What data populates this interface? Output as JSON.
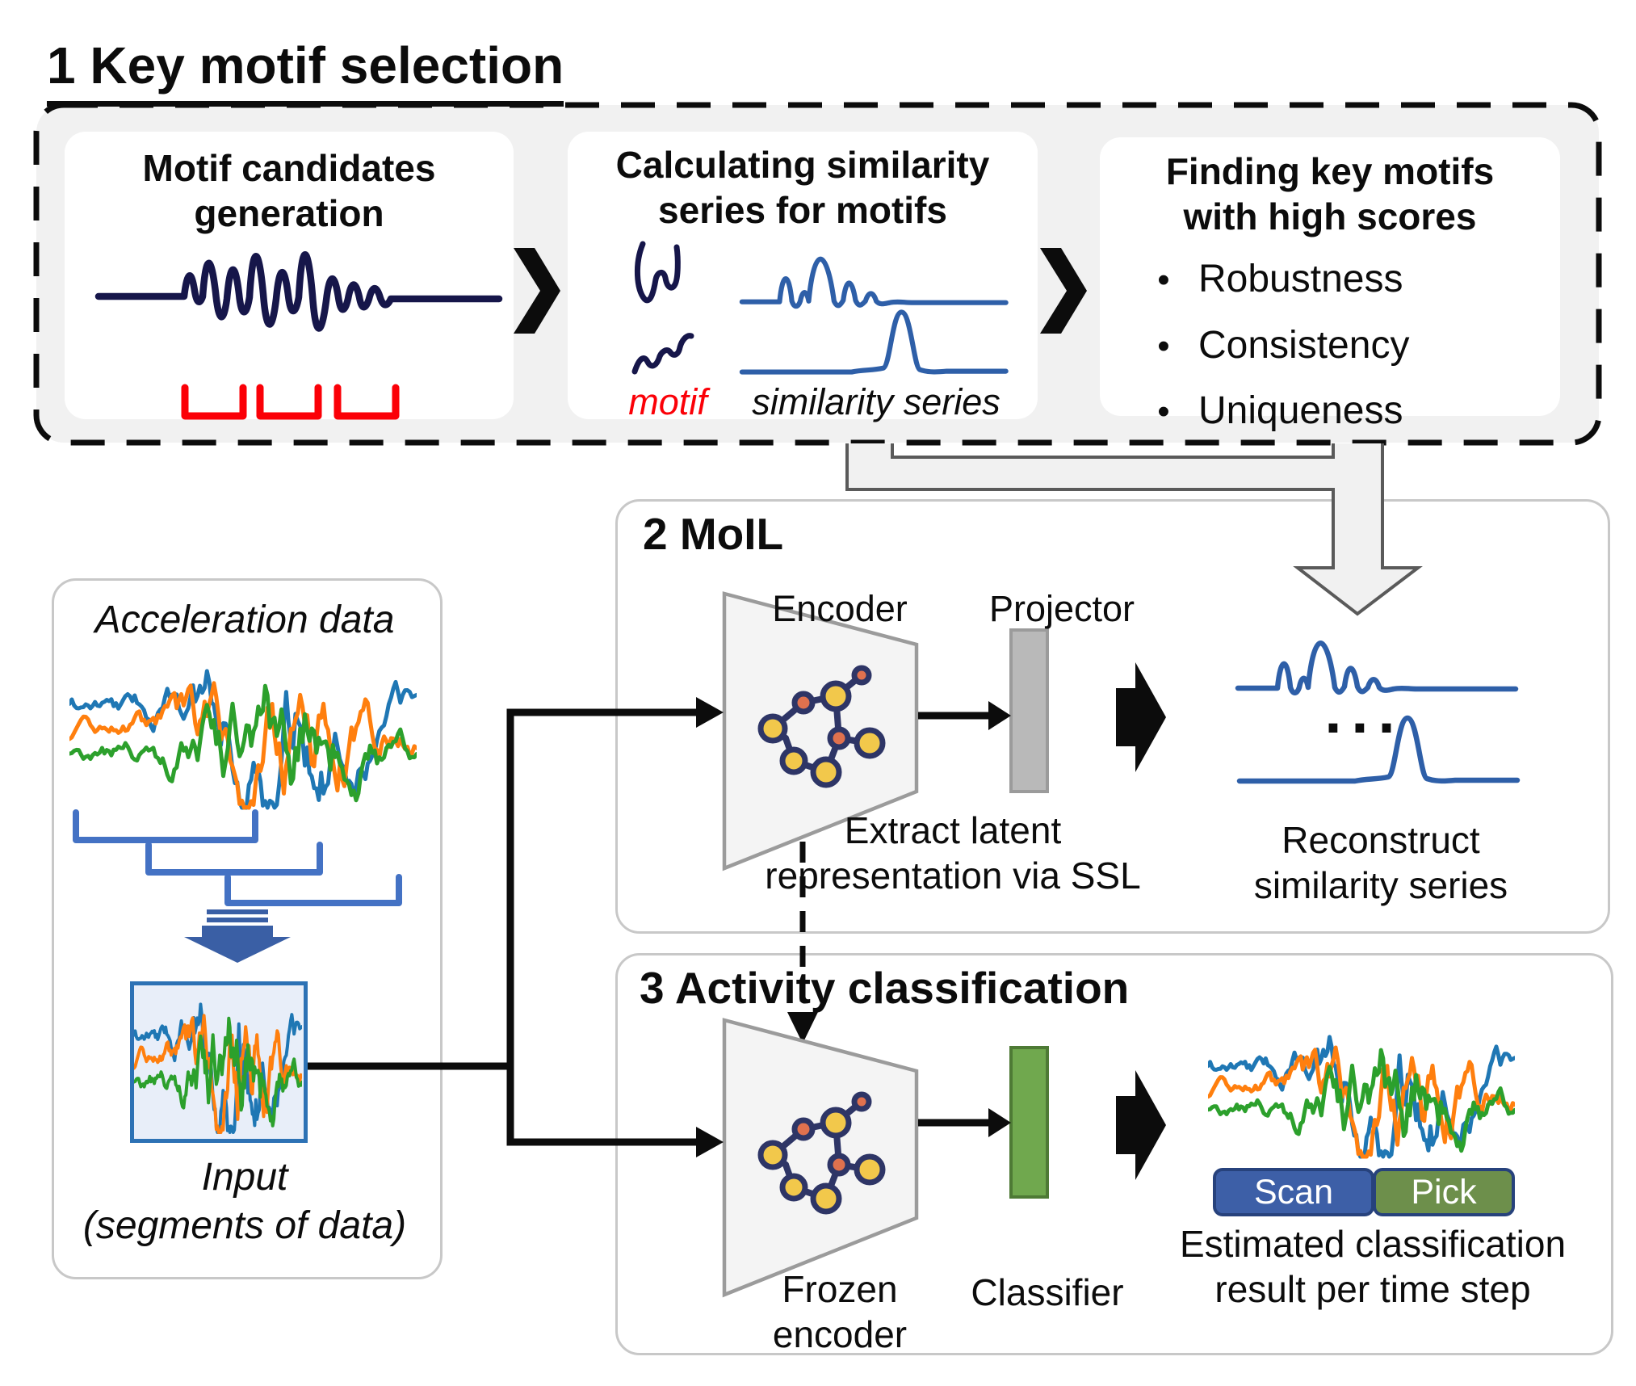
{
  "colors": {
    "navy_wave": "#16164a",
    "series_blue": "#2e5fa8",
    "bracket_red": "#fb0007",
    "segment_blue": "#4472c4",
    "down_arrow_blue": "#3a5fa5",
    "trace_blue": "#1f77b4",
    "trace_orange": "#ff7f0e",
    "trace_green": "#2ca02c",
    "badge_scan": "#3d5fa7",
    "badge_pick": "#6d8f4b",
    "badge_border": "#27427c",
    "classifier_green": "#70a84e",
    "classifier_border": "#4e7a35",
    "projector_gray": "#b9b9b9",
    "projector_border": "#9b9b9b",
    "arrow_gray_fill": "#f1f1f1",
    "arrow_gray_stroke": "#5a5a5a",
    "input_box_border": "#2d72b5",
    "input_box_bg": "#e8eef9",
    "panel_border": "#c8c8c8",
    "molecule_yellow": "#f2c84b",
    "molecule_orange": "#e0714e",
    "molecule_bond": "#2e3566",
    "stage1_bg": "#f1f1f1"
  },
  "stage1": {
    "title": "1 Key motif selection",
    "box1": {
      "title_line1": "Motif candidates",
      "title_line2": "generation"
    },
    "box2": {
      "title_line1": "Calculating similarity",
      "title_line2": "series for motifs",
      "motif_label": "motif",
      "series_label": "similarity series"
    },
    "box3": {
      "title_line1": "Finding key motifs",
      "title_line2": "with high scores",
      "bullets": [
        "Robustness",
        "Consistency",
        "Uniqueness"
      ]
    }
  },
  "stage2": {
    "title": "2 MoIL",
    "encoder_label": "Encoder",
    "projector_label": "Projector",
    "ssl_caption_line1": "Extract latent",
    "ssl_caption_line2": "representation via SSL",
    "ellipsis": "...",
    "recon_caption_line1": "Reconstruct",
    "recon_caption_line2": "similarity series"
  },
  "stage3": {
    "title": "3 Activity classification",
    "frozen_label_line1": "Frozen",
    "frozen_label_line2": "encoder",
    "classifier_label": "Classifier",
    "scan_badge": "Scan",
    "pick_badge": "Pick",
    "result_caption_line1": "Estimated classification",
    "result_caption_line2": "result per time step"
  },
  "left_panel": {
    "title": "Acceleration data",
    "input_label_line1": "Input",
    "input_label_line2": "(segments of data)"
  }
}
